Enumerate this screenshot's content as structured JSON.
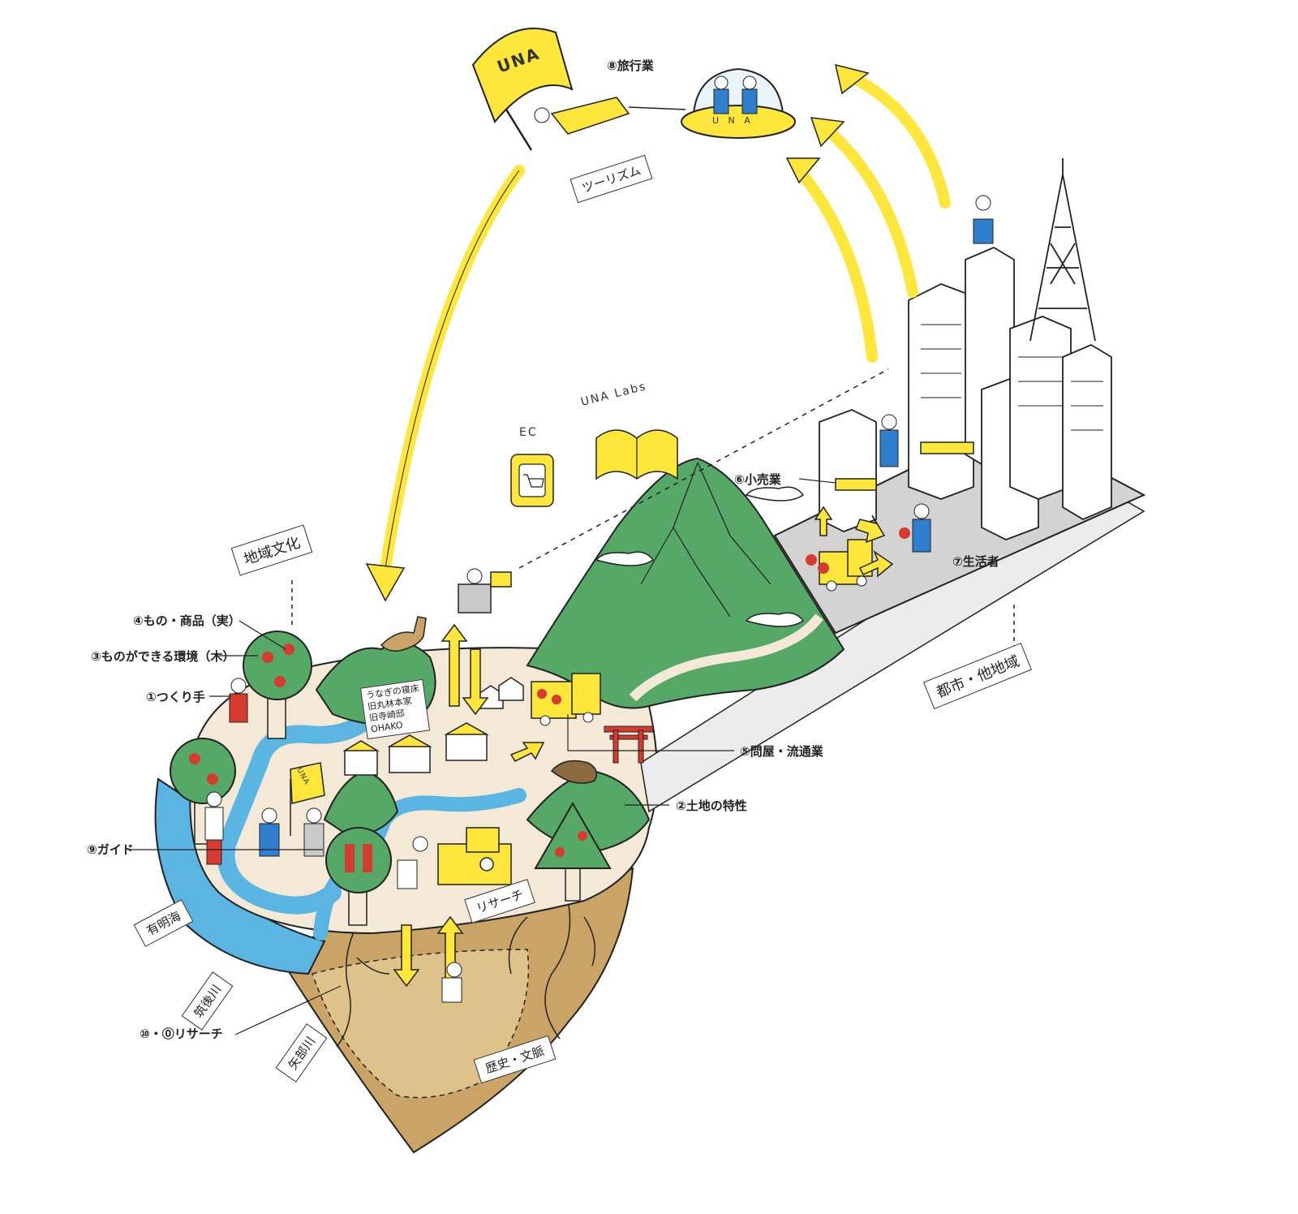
{
  "colors": {
    "yellow": "#ffe63b",
    "green": "#56a867",
    "sand": "#f4e9d6",
    "water": "#5bb5e3",
    "soil": "#c9a466",
    "city_gray": "#d3d3d3",
    "red": "#d73a2e",
    "blue": "#2f7fcf",
    "line": "#222222"
  },
  "labels": {
    "travel": "⑧旅行業",
    "goods": "④もの・商品（実）",
    "environment": "③ものができる環境（木）",
    "maker": "①つくり手",
    "retail": "⑥小売業",
    "consumer": "⑦生活者",
    "wholesale": "⑤問屋・流通業",
    "land": "②土地の特性",
    "guide": "⑨ガイド",
    "research_deep": "⑩・⓪リサーチ"
  },
  "tags": {
    "tourism": "ツーリズム",
    "local_culture": "地域文化",
    "city": "都市・他地域",
    "ariake": "有明海",
    "chikugo": "筑後川",
    "yabe": "矢部川",
    "history": "歴史・文脈",
    "research": "リサーチ"
  },
  "media": {
    "ec": "EC",
    "labs": "UNA Labs"
  },
  "brand": {
    "ufo_text": "U N A",
    "flag_text": "UNA",
    "small_flag_text": "UNA"
  },
  "signboard": {
    "lines": [
      "うなぎの寝床",
      "旧丸林本家",
      "旧寺崎邸",
      "OHAKO"
    ]
  }
}
